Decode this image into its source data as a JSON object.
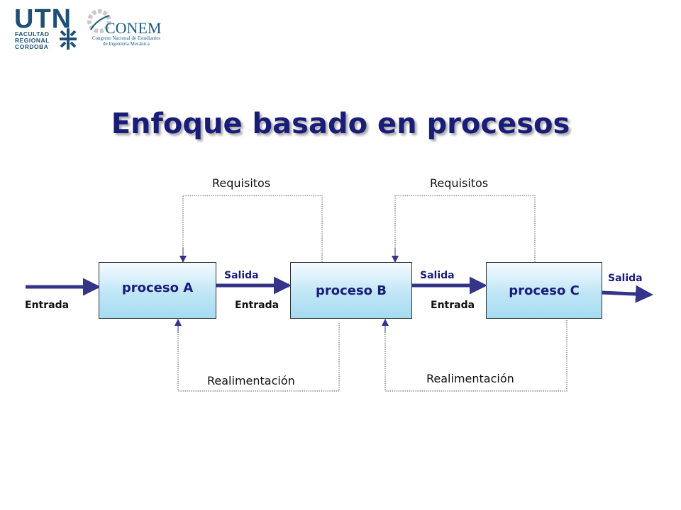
{
  "logos": {
    "utn": {
      "name": "UTN",
      "line1": "FACULTAD",
      "line2": "REGIONAL",
      "line3": "CORDOBA"
    },
    "conem": {
      "name": "CONEM",
      "line1": "Congreso Nacional de Estudiantes",
      "line2": "de Ingeniería Mecánica"
    }
  },
  "title": "Enfoque basado en procesos",
  "diagram": {
    "processes": [
      {
        "label": "proceso A"
      },
      {
        "label": "proceso B"
      },
      {
        "label": "proceso C"
      }
    ],
    "flow_labels": {
      "entrada_a": "Entrada",
      "salida_a": "Salida",
      "entrada_b": "Entrada",
      "salida_b": "Salida",
      "entrada_c": "Entrada",
      "salida_c": "Salida"
    },
    "requisitos_1": "Requisitos",
    "requisitos_2": "Requisitos",
    "realimentacion_1": "Realimentación",
    "realimentacion_2": "Realimentación",
    "colors": {
      "arrow": "#34348a",
      "text": "#1a1d78",
      "box_fill": "#bfe6f6",
      "dotted": "#555555"
    }
  }
}
